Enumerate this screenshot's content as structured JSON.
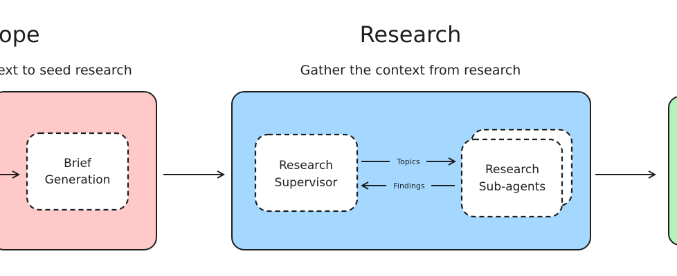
{
  "stages": [
    {
      "title": "ope",
      "subtitle": "ext to seed research",
      "color": "#ffc9c9"
    },
    {
      "title": "Research",
      "subtitle": "Gather the context from research",
      "color": "#a5d8ff"
    },
    {
      "color": "#b2f2bb"
    }
  ],
  "nodes": {
    "brief": [
      "Brief",
      "Generation"
    ],
    "supervisor": [
      "Research",
      "Supervisor"
    ],
    "subagents": [
      "Research",
      "Sub-agents"
    ]
  },
  "edges": {
    "topics": "Topics",
    "findings": "Findings"
  }
}
